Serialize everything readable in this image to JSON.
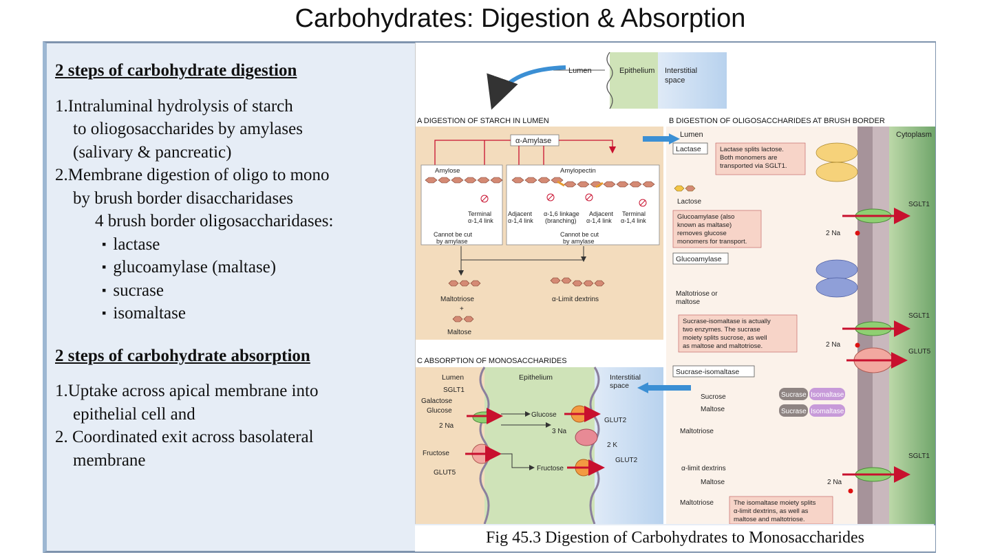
{
  "slide": {
    "title": "Carbohydrates: Digestion & Absorption"
  },
  "left_text": {
    "digestion_heading": "2 steps of carbohydrate digestion",
    "step1_line1": "1.Intraluminal hydrolysis of starch",
    "step1_line2": "to oliogosaccharides by amylases",
    "step1_line3": "(salivary & pancreatic)",
    "step2_line1": "2.Membrane digestion of oligo to mono",
    "step2_line2": "by brush border disaccharidases",
    "step2_line3": "4 brush border oligosaccharidases:",
    "enzymes": [
      "lactase",
      "glucoamylase (maltase)",
      "sucrase",
      "isomaltase"
    ],
    "absorption_heading": "2 steps of carbohydrate absorption",
    "abs1_line1": "1.Uptake across apical membrane into",
    "abs1_line2": "epithelial cell and",
    "abs2_line1": "2. Coordinated exit across basolateral",
    "abs2_line2": "membrane"
  },
  "figure": {
    "caption": "Fig 45.3 Digestion of Carbohydrates to Monosaccharides",
    "top": {
      "lumen": "Lumen",
      "epithelium": "Epithelium",
      "interstitial_1": "Interstitial",
      "interstitial_2": "space"
    },
    "panel_a": {
      "title": "A  DIGESTION OF STARCH IN LUMEN",
      "enzyme": "α-Amylase",
      "amylose": "Amylose",
      "amylopectin": "Amylopectin",
      "terminal_1": "Terminal",
      "terminal_2": "α-1,4 link",
      "adjacent_1": "Adjacent",
      "adjacent_2": "α-1,4 link",
      "linkage_1": "α-1,6 linkage",
      "linkage_2": "(branching)",
      "cannot_1": "Cannot be cut",
      "cannot_2": "by amylase",
      "maltotriose": "Maltotriose",
      "plus": "+",
      "maltose": "Maltose",
      "limit_dextrins": "α-Limit dextrins"
    },
    "panel_b": {
      "title": "B  DIGESTION OF OLIGOSACCHARIDES AT BRUSH BORDER",
      "lumen": "Lumen",
      "cytoplasm": "Cytoplasm",
      "lactase": "Lactase",
      "lactase_note_1": "Lactase splits lactose.",
      "lactase_note_2": "Both monomers are",
      "lactase_note_3": "transported via SGLT1.",
      "lactose": "Lactose",
      "glucoamylase_note_1": "Glucoamylase (also",
      "glucoamylase_note_2": "known as maltase)",
      "glucoamylase_note_3": "removes glucose",
      "glucoamylase_note_4": "monomers for transport.",
      "glucoamylase": "Glucoamylase",
      "maltotriose_or_1": "Maltotriose or",
      "maltotriose_or_2": "maltose",
      "sucrase_note_1": "Sucrase-isomaltase is actually",
      "sucrase_note_2": "two enzymes. The sucrase",
      "sucrase_note_3": "moiety splits sucrose, as well",
      "sucrase_note_4": "as maltose and maltotriose.",
      "sucrase_isomaltase": "Sucrase-isomaltase",
      "sucrose": "Sucrose",
      "maltose": "Maltose",
      "maltotriose": "Maltotriose",
      "sucrase": "Sucrase",
      "isomaltase": "Isomaltase",
      "limit_dextrins": "α-limit dextrins",
      "isomaltase_note_1": "The isomaltase moiety splits",
      "isomaltase_note_2": "α-limit dextrins, as well as",
      "isomaltase_note_3": "maltose and maltotriose.",
      "sglt1": "SGLT1",
      "glut5": "GLUT5",
      "na": "2 Na",
      "plus_sign": "+"
    },
    "panel_c": {
      "title": "C  ABSORPTION OF MONOSACCHARIDES",
      "lumen": "Lumen",
      "epithelium": "Epithelium",
      "interstitial_1": "Interstitial",
      "interstitial_2": "space",
      "sglt1": "SGLT1",
      "galactose": "Galactose",
      "glucose": "Glucose",
      "na2": "2 Na",
      "na3": "3 Na",
      "k2": "2 K",
      "fructose": "Fructose",
      "glut5": "GLUT5",
      "glut2": "GLUT2"
    }
  }
}
